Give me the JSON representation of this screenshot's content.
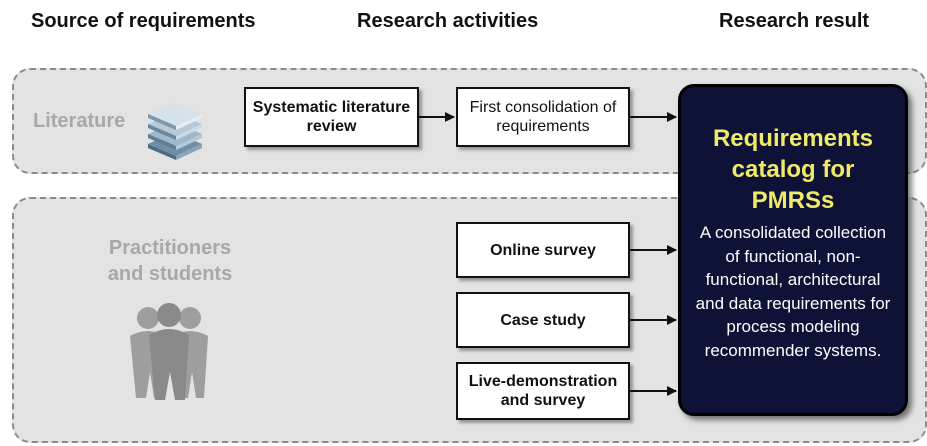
{
  "headers": {
    "source": "Source of requirements",
    "activities": "Research activities",
    "result": "Research result"
  },
  "lanes": {
    "literature": {
      "label": "Literature",
      "icon": "book-stack-icon"
    },
    "practitioners": {
      "label_line1": "Practitioners",
      "label_line2": "and students",
      "icon": "people-group-icon"
    }
  },
  "activities": {
    "slr_line1": "Systematic literature",
    "slr_line2": "review",
    "consolidation_line1": "First consolidation of",
    "consolidation_line2": "requirements",
    "online_survey": "Online survey",
    "case_study": "Case study",
    "live_demo_line1": "Live-demonstration",
    "live_demo_line2": "and survey"
  },
  "result": {
    "title_line1": "Requirements",
    "title_line2": "catalog for PMRSs",
    "desc_lines": [
      "A consolidated collection",
      "of functional, non-",
      "functional, architectural",
      "and data requirements for",
      "process modeling",
      "recommender systems."
    ]
  },
  "colors": {
    "lane_bg": "#e3e3e3",
    "lane_border": "#8c8c8c",
    "result_bg": "#0d1236",
    "result_title": "#f0eb66",
    "lane_label": "#a8a8a8"
  }
}
